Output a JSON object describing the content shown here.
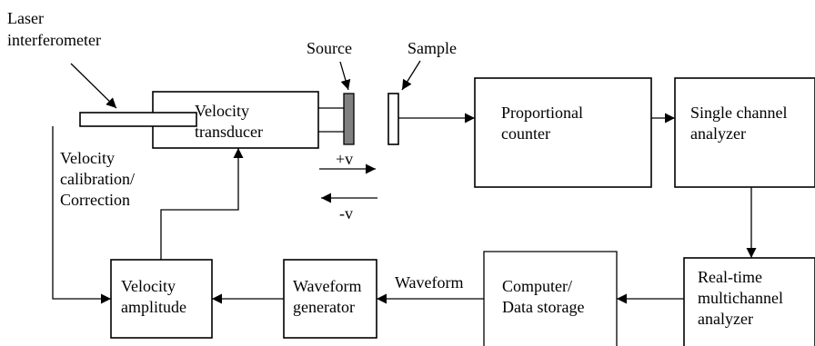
{
  "labels": {
    "laser_line1": "Laser",
    "laser_line2": "interferometer",
    "source": "Source",
    "sample": "Sample",
    "velocity_transducer_line1": "Velocity",
    "velocity_transducer_line2": "transducer",
    "proportional_counter_line1": "Proportional",
    "proportional_counter_line2": "counter",
    "single_channel_line1": "Single channel",
    "single_channel_line2": "analyzer",
    "plus_v": "+v",
    "minus_v": "-v",
    "calibration_line1": "Velocity",
    "calibration_line2": "calibration/",
    "calibration_line3": "Correction",
    "velocity_amplitude_line1": "Velocity",
    "velocity_amplitude_line2": "amplitude",
    "waveform_generator_line1": "Waveform",
    "waveform_generator_line2": "generator",
    "waveform_arrow_label": "Waveform",
    "computer_line1": "Computer/",
    "computer_line2": "Data storage",
    "realtime_line1": "Real-time",
    "realtime_line2": "multichannel",
    "realtime_line3": "analyzer"
  },
  "colors": {
    "source_fill": "#808080",
    "stroke": "#000000",
    "background": "#ffffff"
  }
}
